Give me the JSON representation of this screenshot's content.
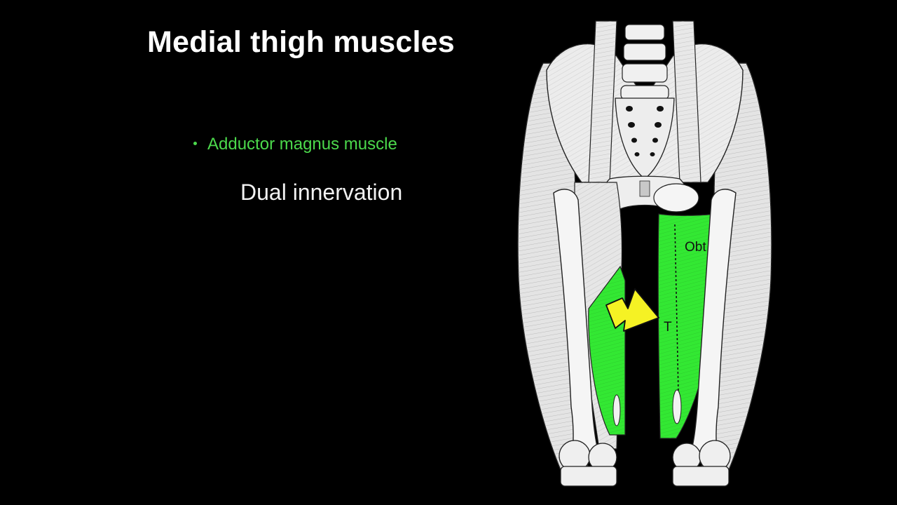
{
  "slide": {
    "title": "Medial thigh muscles",
    "bullet": "Adductor magnus muscle",
    "subtext": "Dual innervation"
  },
  "figure": {
    "labels": {
      "obturator": "Obt",
      "tibial": "T"
    }
  },
  "colors": {
    "background": "#000000",
    "title": "#ffffff",
    "bullet": "#4cd94c",
    "subtext": "#f2f2f2",
    "muscle_highlight": "#33e833",
    "arrow": "#f5f224",
    "bone": "#ededed"
  },
  "icons": {
    "arrow": "yellow-pointer-arrow-icon"
  }
}
